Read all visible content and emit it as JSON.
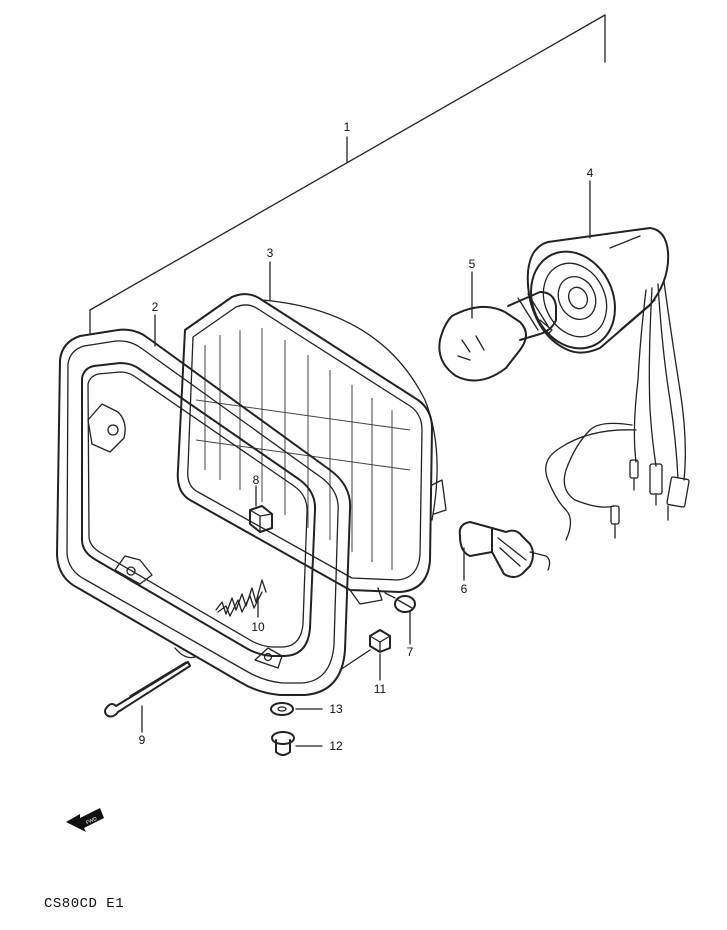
{
  "diagram": {
    "model_code": "CS80CD E1",
    "fwd_marker": "FWD",
    "callouts": [
      {
        "id": "1",
        "text": "1"
      },
      {
        "id": "2",
        "text": "2"
      },
      {
        "id": "3",
        "text": "3"
      },
      {
        "id": "4",
        "text": "4"
      },
      {
        "id": "5",
        "text": "5"
      },
      {
        "id": "6",
        "text": "6"
      },
      {
        "id": "7",
        "text": "7"
      },
      {
        "id": "8",
        "text": "8"
      },
      {
        "id": "9",
        "text": "9"
      },
      {
        "id": "10",
        "text": "10"
      },
      {
        "id": "11",
        "text": "11"
      },
      {
        "id": "12",
        "text": "12"
      },
      {
        "id": "13",
        "text": "13"
      }
    ]
  }
}
